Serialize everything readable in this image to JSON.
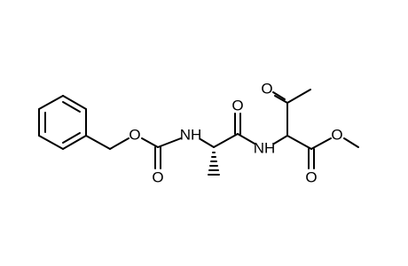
{
  "molecule": {
    "atom_labels": {
      "ester_o": "O",
      "carbamate_o": "O",
      "carbamate_nh": "NH",
      "alanine_o": "O",
      "amide_nh": "NH",
      "ketone_o": "O",
      "methyl_ester_o_single": "O",
      "methyl_ester_o_double": "O"
    }
  }
}
